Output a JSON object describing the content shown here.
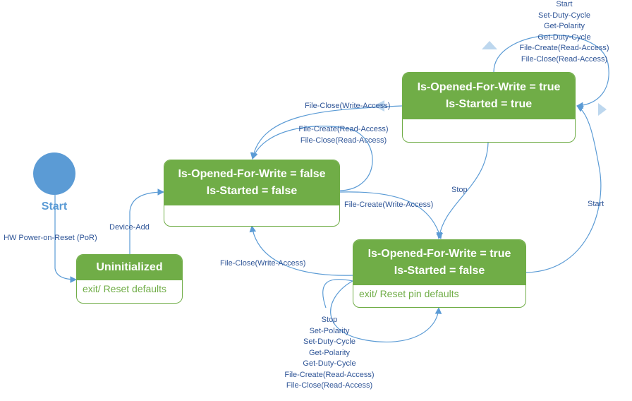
{
  "start": {
    "label": "Start"
  },
  "states": {
    "uninitialized": {
      "title": "Uninitialized",
      "activity": "exit/ Reset defaults"
    },
    "closed": {
      "line1": "Is-Opened-For-Write = false",
      "line2": "Is-Started = false"
    },
    "opened_stopped": {
      "line1": "Is-Opened-For-Write = true",
      "line2": "Is-Started = false",
      "activity": "exit/ Reset pin defaults"
    },
    "opened_started": {
      "line1": "Is-Opened-For-Write = true",
      "line2": "Is-Started = true"
    }
  },
  "transitions": {
    "por": "HW Power-on-Reset (PoR)",
    "device_add": "Device-Add",
    "close_write_top": "File-Close(Write-Access)",
    "read_access_closed": [
      "File-Create(Read-Access)",
      "File-Close(Read-Access)"
    ],
    "create_write": "File-Create(Write-Access)",
    "close_write_bottom": "File-Close(Write-Access)",
    "stop": "Stop",
    "start": "Start",
    "self_started": [
      "Start",
      "Set-Duty-Cycle",
      "Get-Polarity",
      "Get-Duty-Cycle",
      "File-Create(Read-Access)",
      "File-Close(Read-Access)"
    ],
    "self_stopped": [
      "Stop",
      "Set-Polarity",
      "Set-Duty-Cycle",
      "Get-Polarity",
      "Get-Duty-Cycle",
      "File-Create(Read-Access)",
      "File-Close(Read-Access)"
    ]
  },
  "colors": {
    "state_green": "#70AD47",
    "arrow_blue": "#5B9BD5",
    "label_blue": "#2F5597",
    "start_fill": "#5B9BD5"
  }
}
